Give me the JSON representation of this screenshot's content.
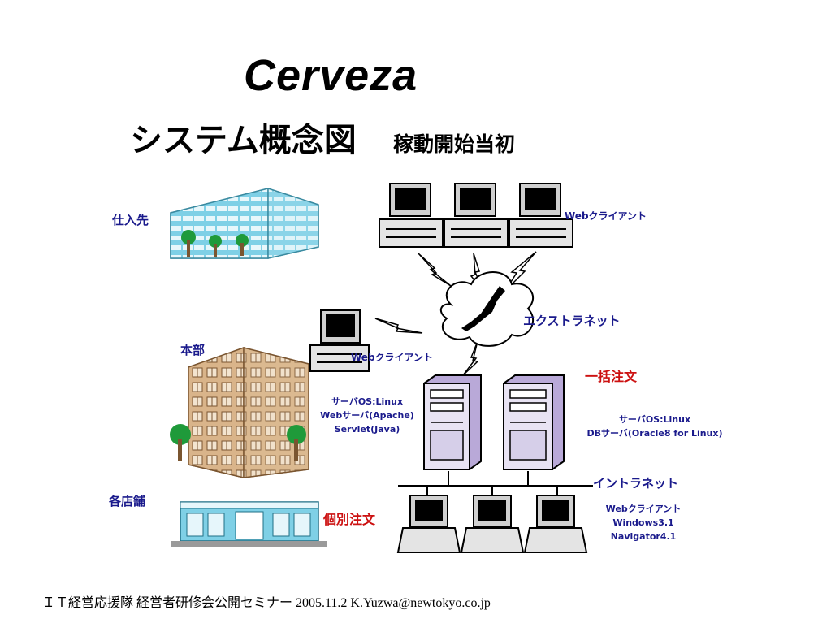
{
  "title": "Cerveza",
  "subtitle": "システム概念図",
  "subtitle2": "稼動開始当初",
  "labels": {
    "supplier": "仕入先",
    "headquarters": "本部",
    "stores": "各店舗",
    "web_client_top": "Webクライアント",
    "extranet": "エクストラネット",
    "web_client_hq": "Webクライアント",
    "bulk_order": "一括注文",
    "server1_lines": [
      "サーバOS:Linux",
      "Webサーバ(Apache)",
      "Servlet(Java)"
    ],
    "server2_lines": [
      "サーバOS:Linux",
      "DBサーバ(Oracle8 for Linux)"
    ],
    "intranet": "イントラネット",
    "individual_order": "個別注文",
    "store_client_lines": [
      "Webクライアント",
      "Windows3.1",
      "Navigator4.1"
    ]
  },
  "footer": "ＩＴ経営応援隊 経営者研修会公開セミナー 2005.11.2  K.Yuzwa@newtokyo.co.jp",
  "colors": {
    "label_blue": "#1a1a8c",
    "label_red": "#cc1111",
    "building_blue": "#7fd0e6",
    "building_brown": "#d9b48a",
    "server_purple": "#b9a9d8"
  }
}
